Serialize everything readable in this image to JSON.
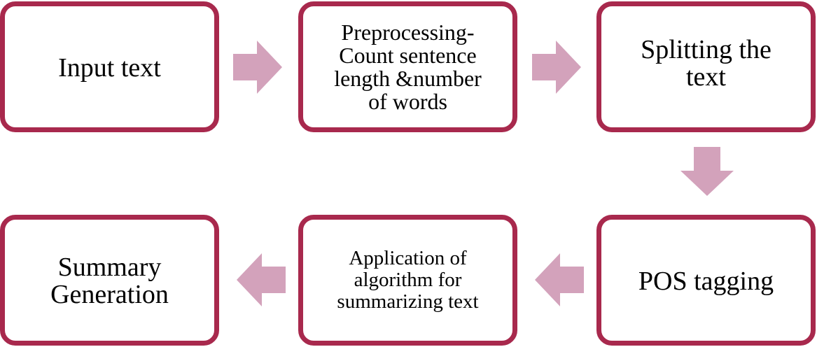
{
  "diagram": {
    "colors": {
      "box_border": "#a8294d",
      "arrow_fill": "#d3a2bb",
      "box_fill": "#ffffff",
      "text": "#000000"
    },
    "steps": [
      {
        "label": "Input text"
      },
      {
        "label": "Preprocessing-\nCount sentence\nlength &number\nof words"
      },
      {
        "label": "Splitting the\ntext"
      },
      {
        "label": "POS tagging"
      },
      {
        "label": "Application of\nalgorithm for\nsummarizing text"
      },
      {
        "label": "Summary\nGeneration"
      }
    ],
    "arrows": [
      {
        "from": "Input text",
        "to": "Preprocessing-",
        "direction": "right"
      },
      {
        "from": "Preprocessing-",
        "to": "Splitting the",
        "direction": "right"
      },
      {
        "from": "Splitting the",
        "to": "POS tagging",
        "direction": "down"
      },
      {
        "from": "POS tagging",
        "to": "Application of",
        "direction": "left"
      },
      {
        "from": "Application of",
        "to": "Summary",
        "direction": "left"
      }
    ],
    "icons": {
      "right": "arrow-right-icon",
      "down": "arrow-down-icon",
      "left": "arrow-left-icon"
    }
  }
}
